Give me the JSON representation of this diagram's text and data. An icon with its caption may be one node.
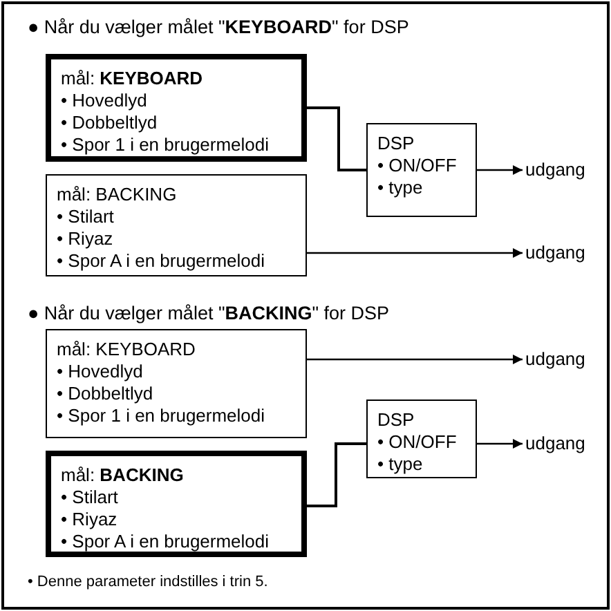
{
  "diagram": {
    "nodes": [
      {
        "text": [
          "mål: **KEYBOARD**",
          "• Hovedlyd",
          "• Dobbeltlyd",
          "• Spor 1 i en brugermelodi"
        ]
      },
      {
        "text": [
          "mål: BACKING",
          "• Stilart",
          "• Riyaz",
          "• Spor A i en brugermelodi"
        ]
      },
      {
        "text": [
          "DSP",
          "• ON/OFF",
          "• type"
        ]
      },
      {
        "text": [
          "udgang"
        ]
      },
      {
        "text": [
          "udgang"
        ]
      },
      {
        "text": [
          "mål: KEYBOARD",
          "• Hovedlyd",
          "• Dobbeltlyd",
          "• Spor 1 i en brugermelodi"
        ]
      },
      {
        "text": [
          "mål: **BACKING**",
          "• Stilart",
          "• Riyaz",
          "• Spor A i en brugermelodi"
        ]
      },
      {
        "text": [
          "DSP",
          "• ON/OFF",
          "• type"
        ]
      },
      {
        "text": [
          "udgang"
        ]
      },
      {
        "text": [
          "udgang"
        ]
      }
    ],
    "edges": [
      {
        "from": 0,
        "to": 2,
        "arrow": "none"
      },
      {
        "from": 2,
        "to": 3,
        "arrow": "to"
      },
      {
        "from": 1,
        "to": 4,
        "arrow": "to"
      },
      {
        "from": 5,
        "to": 8,
        "arrow": "to"
      },
      {
        "from": 6,
        "to": 7,
        "arrow": "none"
      },
      {
        "from": 7,
        "to": 9,
        "arrow": "to"
      }
    ],
    "labels": [
      "● Når du vælger målet \"**KEYBOARD**\" for DSP",
      "● Når du vælger målet \"**BACKING**\" for DSP",
      "• Denne parameter indstilles i trin 5."
    ]
  }
}
